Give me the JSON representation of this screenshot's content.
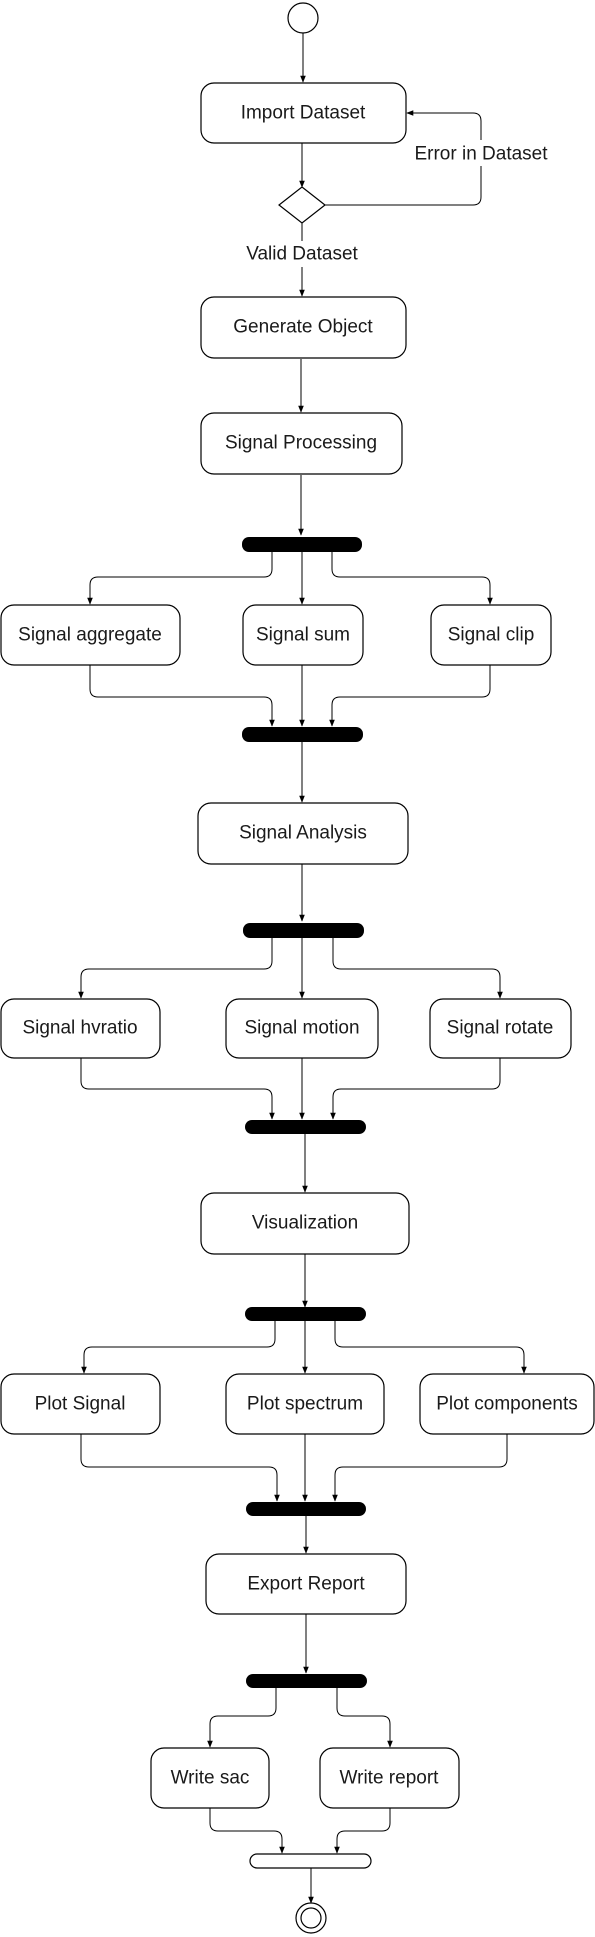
{
  "diagram": {
    "nodes": {
      "import_dataset": "Import Dataset",
      "generate_object": "Generate Object",
      "signal_processing": "Signal Processing",
      "signal_aggregate": "Signal aggregate",
      "signal_sum": "Signal sum",
      "signal_clip": "Signal clip",
      "signal_analysis": "Signal Analysis",
      "signal_hvratio": "Signal hvratio",
      "signal_motion": "Signal motion",
      "signal_rotate": "Signal rotate",
      "visualization": "Visualization",
      "plot_signal": "Plot Signal",
      "plot_spectrum": "Plot spectrum",
      "plot_components": "Plot components",
      "export_report": "Export Report",
      "write_sac": "Write sac",
      "write_report": "Write report"
    },
    "edge_labels": {
      "error": "Error in Dataset",
      "valid": "Valid Dataset"
    }
  }
}
